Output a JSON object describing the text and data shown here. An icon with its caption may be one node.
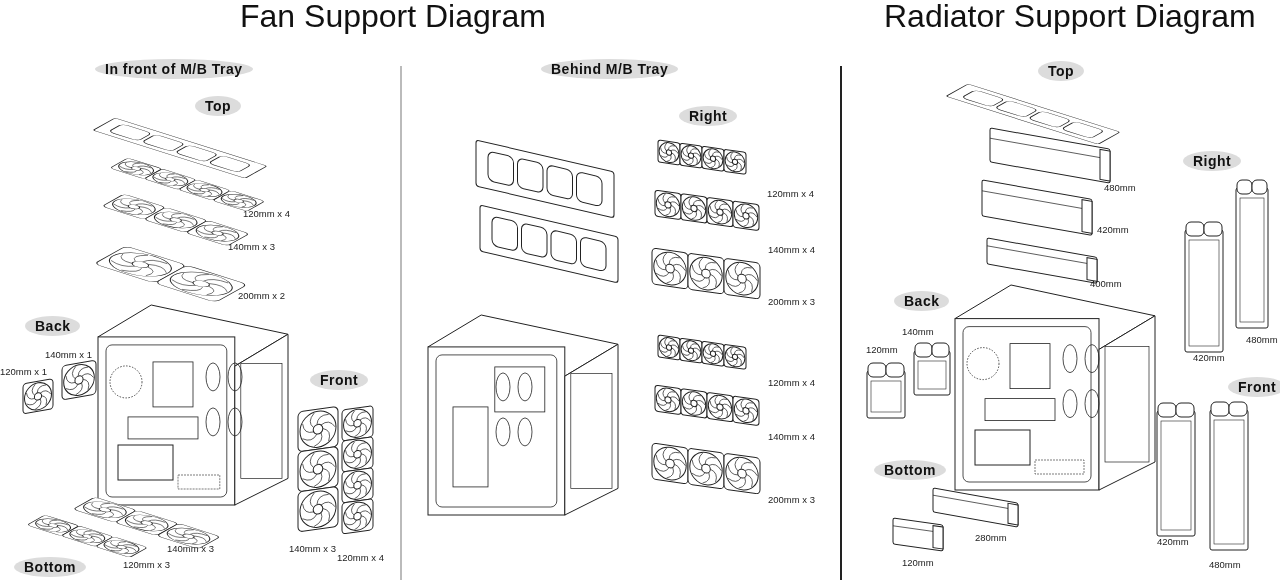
{
  "diagram": {
    "nodes": [
      {
        "text": [
          "In front of M/B Tray"
        ]
      },
      {
        "text": [
          "Behind M/B Tray"
        ]
      },
      {
        "text": [
          "Top"
        ]
      },
      {
        "text": [
          "Right"
        ]
      },
      {
        "text": [
          "Back"
        ]
      },
      {
        "text": [
          "Front"
        ]
      },
      {
        "text": [
          "Bottom"
        ]
      },
      {
        "text": [
          "Top"
        ]
      },
      {
        "text": [
          "Right"
        ]
      },
      {
        "text": [
          "Back"
        ]
      },
      {
        "text": [
          "Front"
        ]
      },
      {
        "text": [
          "Bottom"
        ]
      }
    ],
    "edges": [],
    "labels": [
      "Fan Support Diagram",
      "Radiator Support Diagram",
      "120mm x 4",
      "140mm x 3",
      "200mm x 2",
      "140mm x 1",
      "120mm x 1",
      "140mm x 3",
      "120mm x 4",
      "140mm x 3",
      "120mm x 3",
      "120mm x 4",
      "140mm x 4",
      "200mm x 3",
      "120mm x 4",
      "140mm x 4",
      "200mm x 3",
      "480mm",
      "420mm",
      "400mm",
      "140mm",
      "120mm",
      "480mm",
      "420mm",
      "420mm",
      "480mm",
      "280mm",
      "120mm"
    ]
  }
}
